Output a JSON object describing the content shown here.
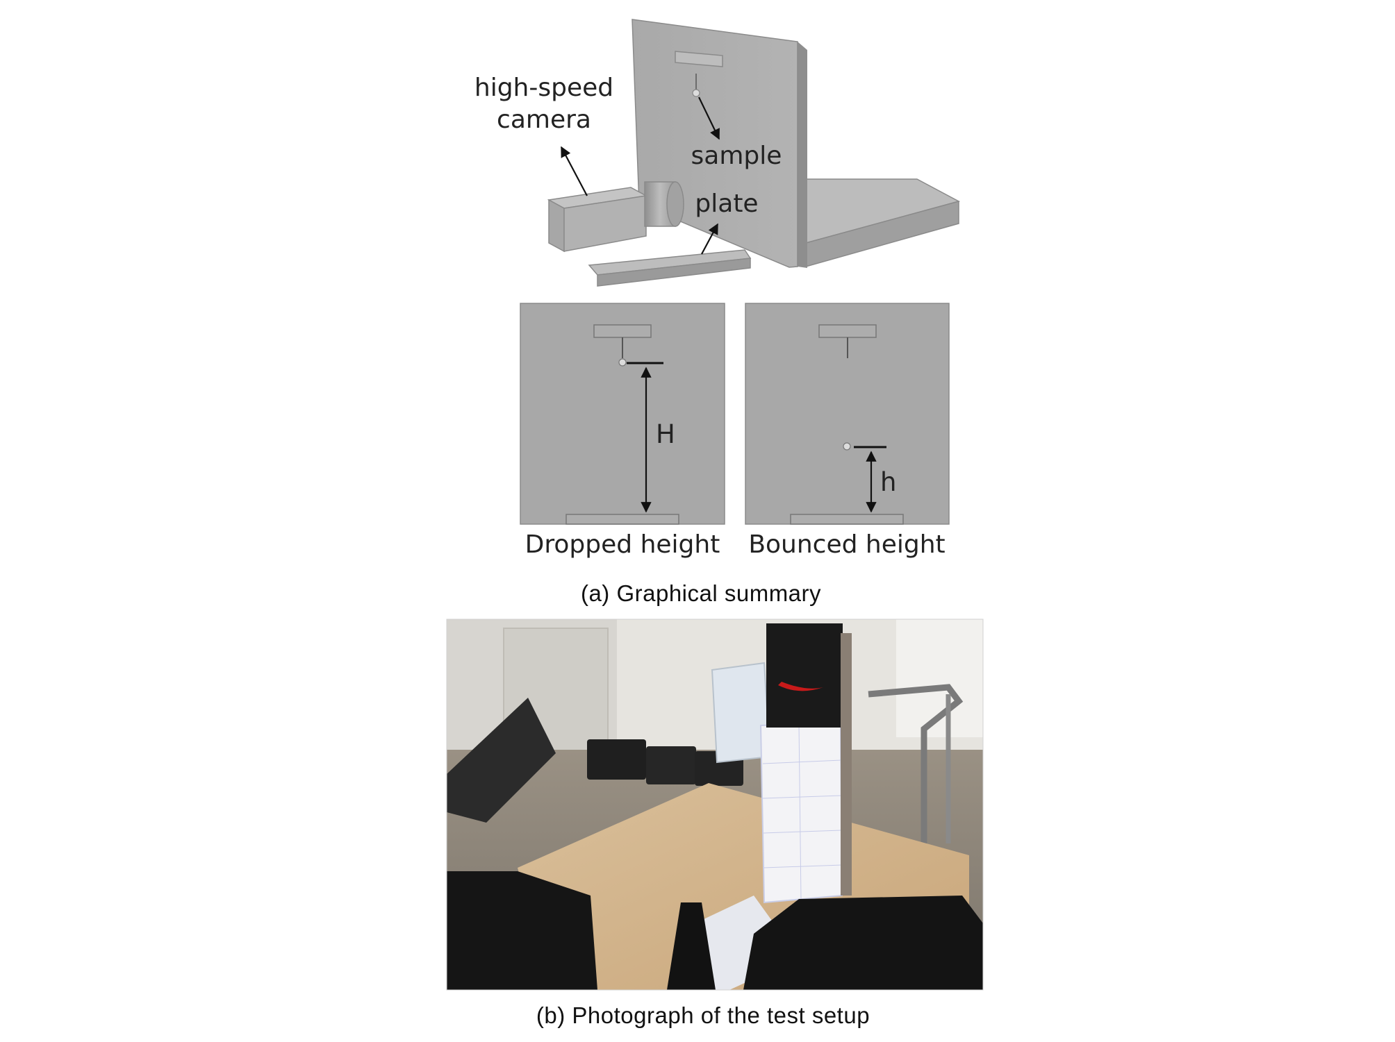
{
  "panel_a": {
    "labels": {
      "camera_line1": "high-speed",
      "camera_line2": "camera",
      "sample": "sample",
      "plate": "plate"
    },
    "subpanels": [
      {
        "symbol": "H",
        "title": "Dropped height"
      },
      {
        "symbol": "h",
        "title": "Bounced height"
      }
    ],
    "caption": "(a)  Graphical  summary"
  },
  "panel_b": {
    "caption": "(b)  Photograph  of  the  test  setup"
  }
}
